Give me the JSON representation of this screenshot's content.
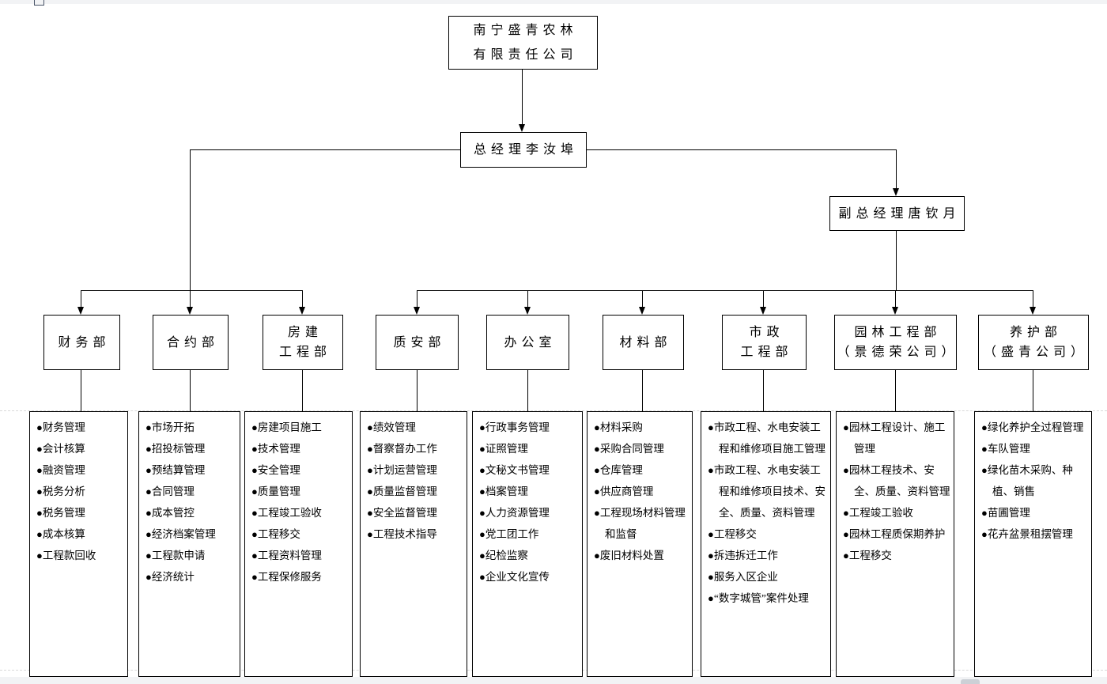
{
  "bullet": "●",
  "colors": {
    "line": "#000000",
    "box_border": "#000000",
    "text": "#000000",
    "page_bg": "#ffffff",
    "chrome_bg": "#f2f3f5",
    "boundary_dash": "#d9d9d9"
  },
  "org": {
    "company": {
      "name": "南宁盛青农林有限责任公司",
      "name_lines": [
        "南宁盛青农林",
        "有限责任公司"
      ]
    },
    "general_manager": "总经理李汝埠",
    "deputy_general_manager": "副总经理唐钦月",
    "departments": [
      {
        "name": "财务部",
        "name_lines": [
          "财务部"
        ],
        "duties": [
          "财务管理",
          "会计核算",
          "融资管理",
          "税务分析",
          "税务管理",
          "成本核算",
          "工程款回收"
        ]
      },
      {
        "name": "合约部",
        "name_lines": [
          "合约部"
        ],
        "duties": [
          "市场开拓",
          "招投标管理",
          "预结算管理",
          "合同管理",
          "成本管控",
          "经济档案管理",
          "工程款申请",
          "经济统计"
        ]
      },
      {
        "name": "房建工程部",
        "name_lines": [
          "房建",
          "工程部"
        ],
        "duties": [
          "房建项目施工",
          "技术管理",
          "安全管理",
          "质量管理",
          "工程竣工验收",
          "工程移交",
          "工程资料管理",
          "工程保修服务"
        ]
      },
      {
        "name": "质安部",
        "name_lines": [
          "质安部"
        ],
        "duties": [
          "绩效管理",
          "督察督办工作",
          "计划运营管理",
          "质量监督管理",
          "安全监督管理",
          "工程技术指导"
        ]
      },
      {
        "name": "办公室",
        "name_lines": [
          "办公室"
        ],
        "duties": [
          "行政事务管理",
          "证照管理",
          "文秘文书管理",
          "档案管理",
          "人力资源管理",
          "党工团工作",
          "纪检监察",
          "企业文化宣传"
        ]
      },
      {
        "name": "材料部",
        "name_lines": [
          "材料部"
        ],
        "duties": [
          "材料采购",
          "采购合同管理",
          "仓库管理",
          "供应商管理",
          "工程现场材料管理和监督",
          "废旧材料处置"
        ]
      },
      {
        "name": "市政工程部",
        "name_lines": [
          "市政",
          "工程部"
        ],
        "duties": [
          "市政工程、水电安装工程和维修项目施工管理",
          "市政工程、水电安装工程和维修项目技术、安全、质量、资料管理",
          "工程移交",
          "拆违拆迁工作",
          "服务入区企业",
          "“数字城管”案件处理"
        ]
      },
      {
        "name": "园林工程部（景德荣公司）",
        "name_lines": [
          "园林工程部",
          "（景德荣公司）"
        ],
        "duties": [
          "园林工程设计、施工管理",
          "园林工程技术、安全、质量、资料管理",
          "工程竣工验收",
          "园林工程质保期养护",
          "工程移交"
        ]
      },
      {
        "name": "养护部（盛青公司）",
        "name_lines": [
          "养护部",
          "（盛青公司）"
        ],
        "duties": [
          "绿化养护全过程管理",
          "车队管理",
          "绿化苗木采购、种植、销售",
          "苗圃管理",
          "花卉盆景租摆管理"
        ]
      }
    ]
  }
}
